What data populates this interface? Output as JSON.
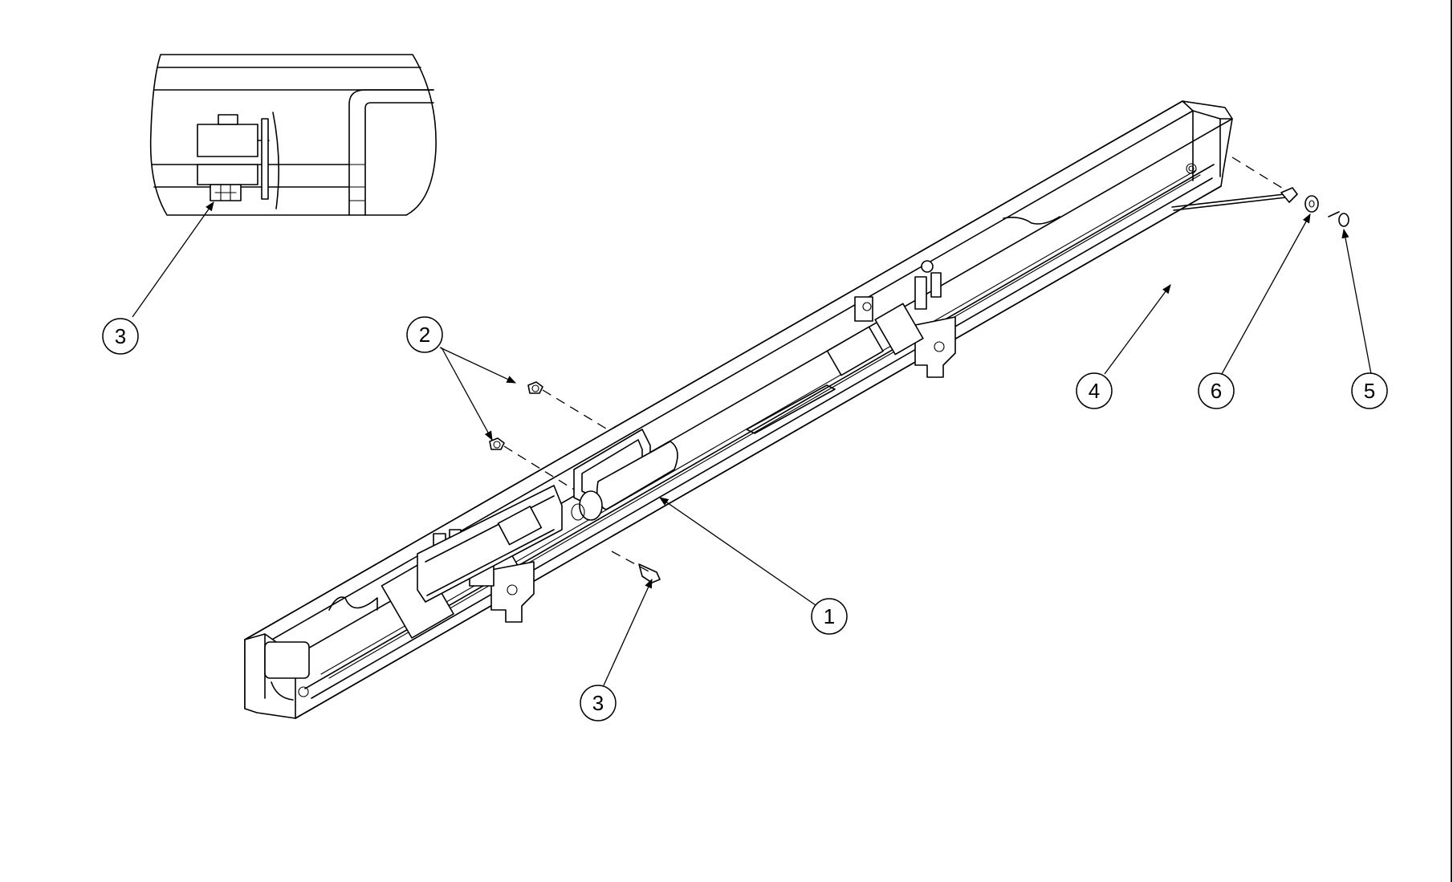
{
  "callouts": [
    {
      "id": "detail-3",
      "label": "3"
    },
    {
      "id": "fastener-2",
      "label": "2"
    },
    {
      "id": "fastener-3",
      "label": "3"
    },
    {
      "id": "motor-1",
      "label": "1"
    },
    {
      "id": "rod-4",
      "label": "4"
    },
    {
      "id": "washer-6",
      "label": "6"
    },
    {
      "id": "screw-5",
      "label": "5"
    }
  ]
}
